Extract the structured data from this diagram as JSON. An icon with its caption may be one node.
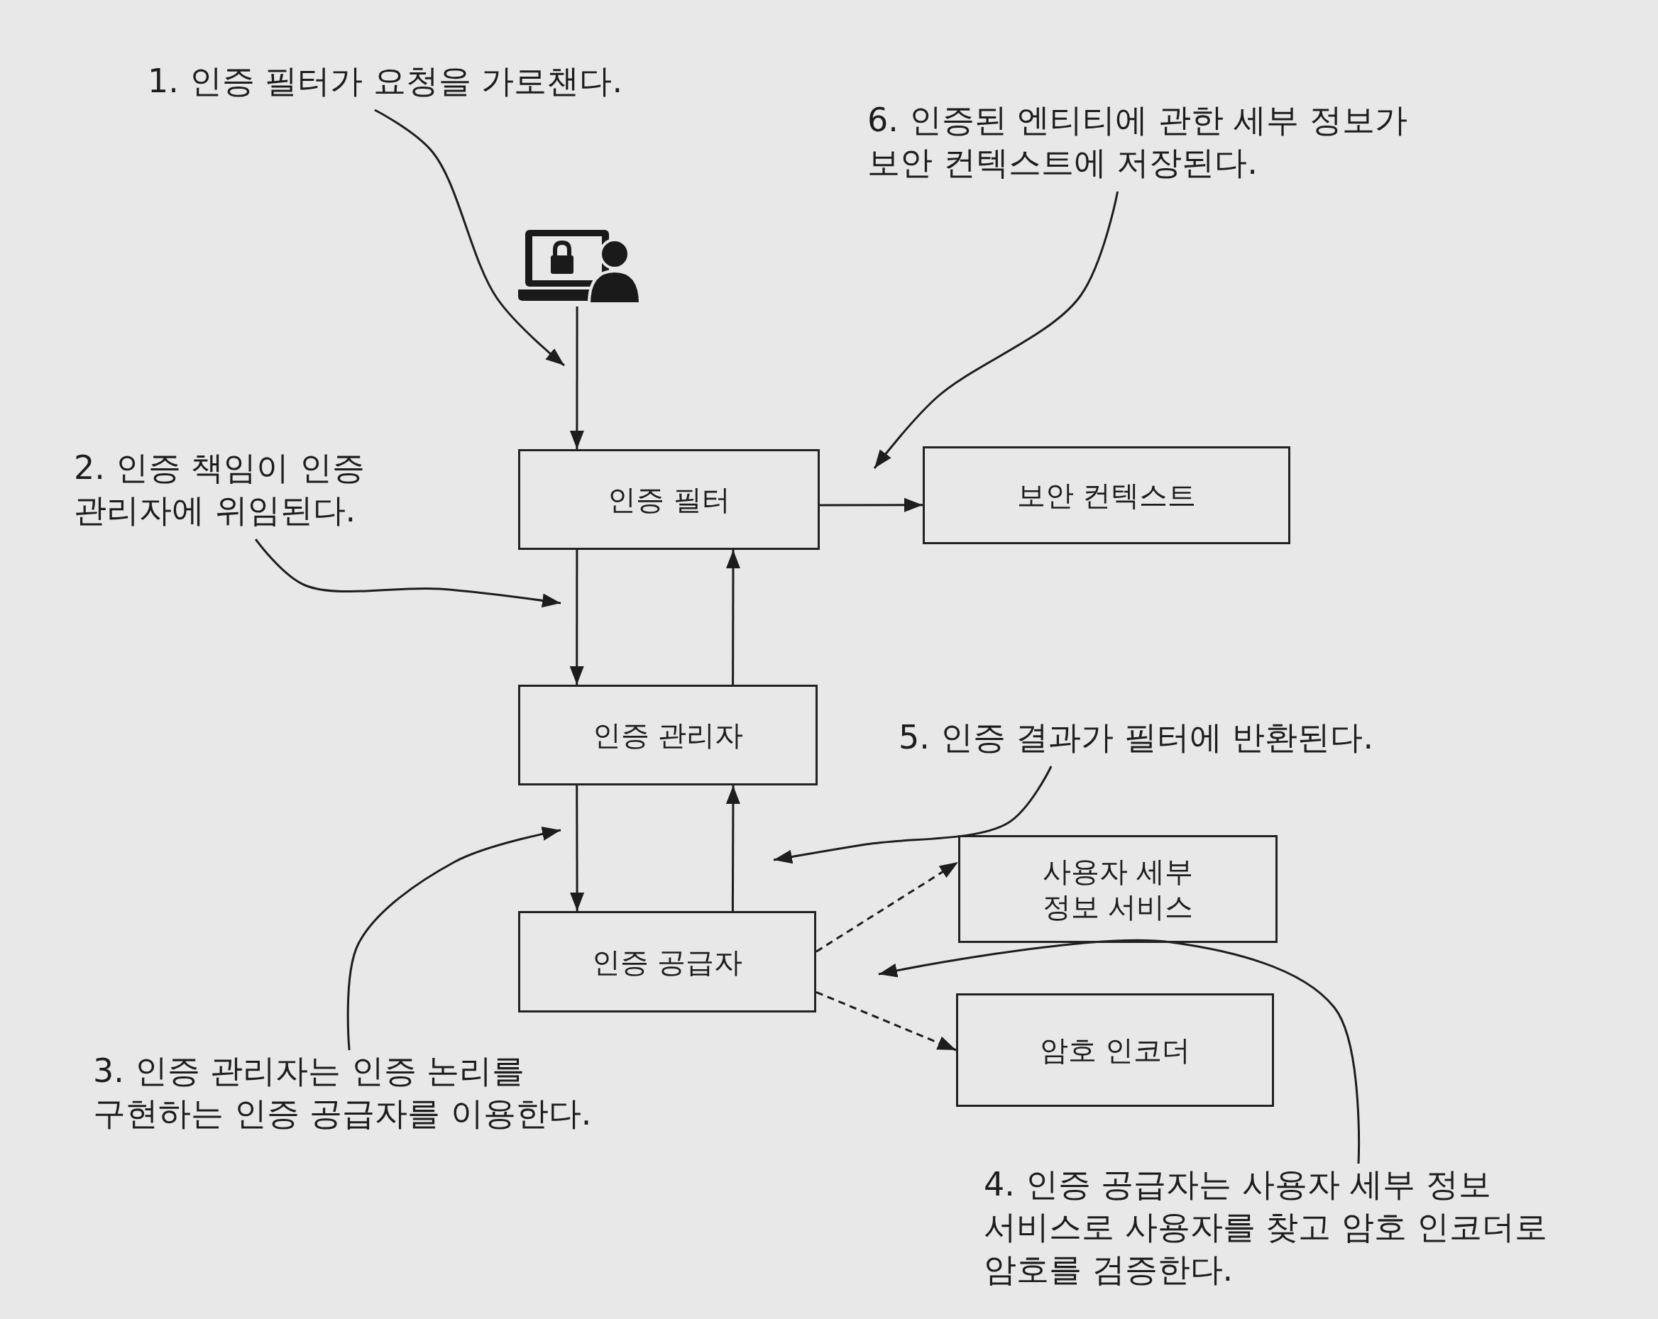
{
  "diagram": {
    "nodes": [
      {
        "text": [],
        "shape": "picture"
      },
      {
        "text": [
          "인증 필터"
        ]
      },
      {
        "text": [
          "보안 컨텍스트"
        ]
      },
      {
        "text": [
          "인증 관리자"
        ]
      },
      {
        "text": [
          "인증 공급자"
        ]
      },
      {
        "text": [
          "사용자 세부 정보 서비스"
        ]
      },
      {
        "text": [
          "암호 인코더"
        ]
      },
      {
        "text": [
          "1. 인증 필터가 요청을 가로챈다."
        ]
      },
      {
        "text": [
          "6. 인증된 엔티티에 관한 세부 정보가 보안 컨텍스트에 저장된다."
        ]
      },
      {
        "text": [
          "2. 인증 책임이 인증 관리자에 위임된다."
        ]
      },
      {
        "text": [
          "5. 인증 결과가 필터에 반환된다."
        ]
      },
      {
        "text": [
          "3. 인증 관리자는 인증 논리를 구현하는 인증 공급자를 이용한다."
        ]
      },
      {
        "text": [
          "4. 인증 공급자는 사용자 세부 정보 서비스로 사용자를 찾고 암호 인코더로 암호를 검증한다."
        ]
      }
    ],
    "edges": [
      {
        "from": 0,
        "to": 1,
        "arrow": "to"
      },
      {
        "from": 1,
        "to": 3,
        "arrow": "to"
      },
      {
        "from": 3,
        "to": 1,
        "arrow": "to"
      },
      {
        "from": 3,
        "to": 4,
        "arrow": "to"
      },
      {
        "from": 4,
        "to": 3,
        "arrow": "to"
      },
      {
        "from": 1,
        "to": 2,
        "arrow": "to"
      },
      {
        "from": 4,
        "to": 5,
        "arrow": "to",
        "style": "dashed"
      },
      {
        "from": 4,
        "to": 6,
        "arrow": "to",
        "style": "dashed"
      },
      {
        "from": 7,
        "to": null,
        "arrow": "to"
      },
      {
        "from": 8,
        "to": null,
        "arrow": "to"
      },
      {
        "from": 9,
        "to": null,
        "arrow": "to"
      },
      {
        "from": 10,
        "to": null,
        "arrow": "to"
      },
      {
        "from": 11,
        "to": null,
        "arrow": "to"
      },
      {
        "from": 12,
        "to": null,
        "arrow": "to"
      }
    ]
  }
}
